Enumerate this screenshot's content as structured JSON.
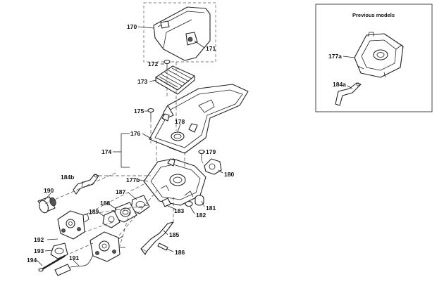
{
  "inset": {
    "title": "Previous models"
  },
  "labels": {
    "p170": "170",
    "p171": "171",
    "p172": "172",
    "p173": "173",
    "p174": "174",
    "p175": "175",
    "p176": "176",
    "p177a": "177a",
    "p177b": "177b",
    "p178": "178",
    "p179": "179",
    "p180": "180",
    "p181": "181",
    "p182": "182",
    "p183": "183",
    "p184a": "184a",
    "p184b": "184b",
    "p185": "185",
    "p186": "186",
    "p187": "187",
    "p188": "188",
    "p189": "189",
    "p190": "190",
    "p191": "191",
    "p192": "192",
    "p193": "193",
    "p194": "194"
  }
}
